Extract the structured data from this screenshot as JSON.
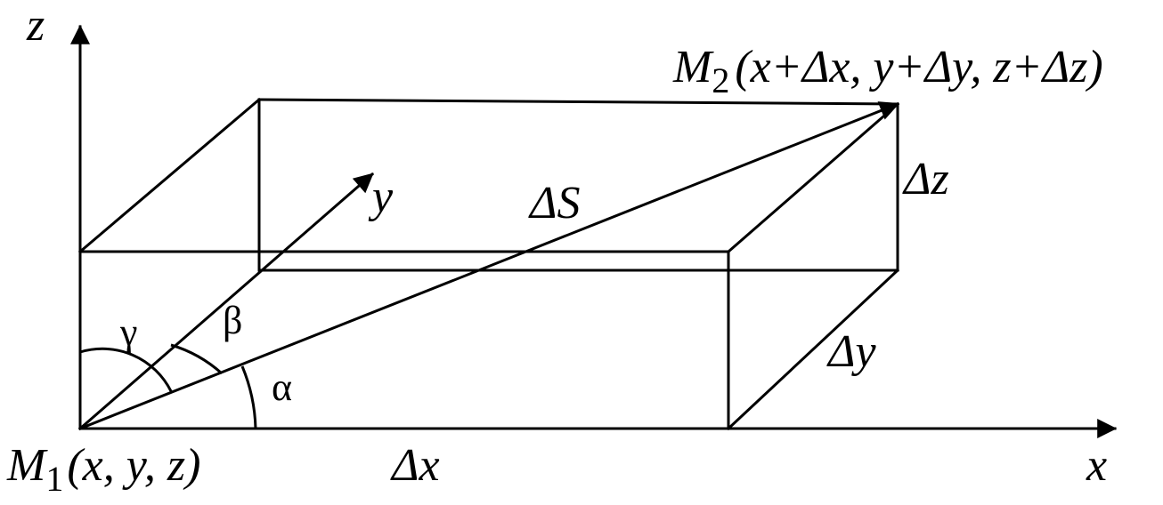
{
  "diagram": {
    "axes": {
      "z_label": "z",
      "y_label": "y",
      "x_label": "x"
    },
    "points": {
      "m1": {
        "letter": "M",
        "subscript": "1",
        "coords": "(x, y, z)"
      },
      "m2": {
        "letter": "M",
        "subscript": "2",
        "coords": "(x+Δx, y+Δy, z+Δz)"
      }
    },
    "increments": {
      "dx": "Δx",
      "dy": "Δy",
      "dz": "Δz",
      "ds": "ΔS"
    },
    "angles": {
      "alpha": "α",
      "beta": "β",
      "gamma": "γ"
    },
    "colors": {
      "ink": "#000000",
      "background": "#ffffff"
    }
  }
}
